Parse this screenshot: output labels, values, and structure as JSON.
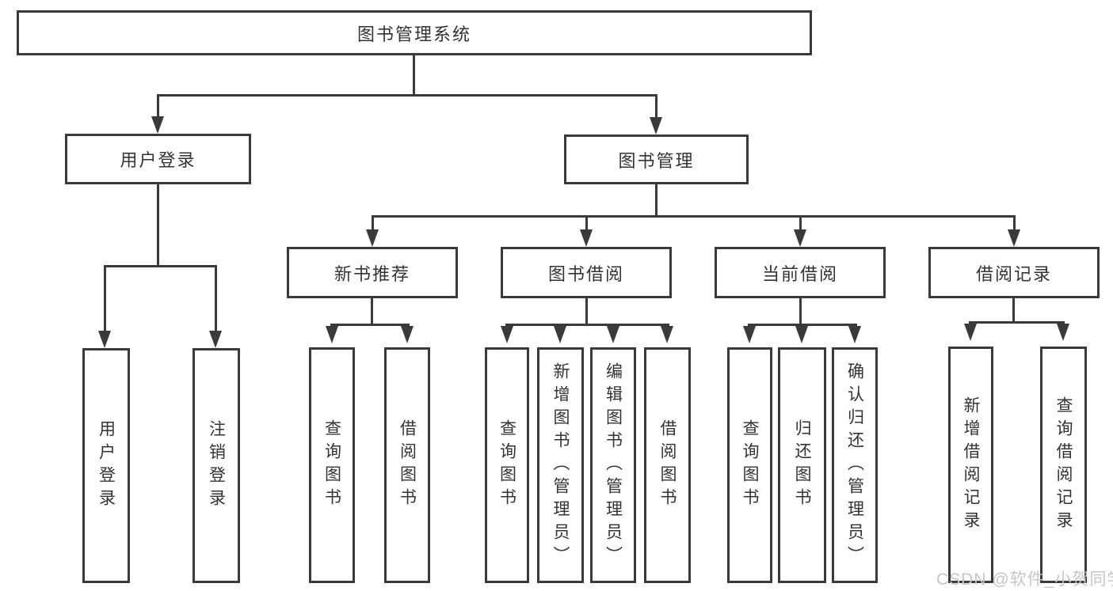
{
  "diagram": {
    "title": "图书管理系统",
    "watermark": "CSDN @软件_小贺同学",
    "colors": {
      "line": "#3a3a3a",
      "text": "#333333",
      "watermark": "#c6c6c6",
      "background": "#ffffff"
    },
    "nodes": {
      "root": "图书管理系统",
      "user_login": "用户登录",
      "book_management": "图书管理",
      "new_book_recommend": "新书推荐",
      "book_borrowing": "图书借阅",
      "current_borrowing": "当前借阅",
      "borrowing_records": "借阅记录",
      "leaf_user_login": "用户登录",
      "leaf_logout": "注销登录",
      "leaf_rec_query_books": "查询图书",
      "leaf_rec_borrow_books": "借阅图书",
      "leaf_bb_query_books": "查询图书",
      "leaf_bb_add_books": "新增图书（管理员）",
      "leaf_bb_edit_books": "编辑图书（管理员）",
      "leaf_bb_borrow_books": "借阅图书",
      "leaf_cb_query_books": "查询图书",
      "leaf_cb_return_books": "归还图书",
      "leaf_cb_confirm_return": "确认归还（管理员）",
      "leaf_br_add_record": "新增借阅记录",
      "leaf_br_query_record": "查询借阅记录"
    },
    "structure": {
      "图书管理系统": {
        "用户登录": [
          "用户登录",
          "注销登录"
        ],
        "图书管理": {
          "新书推荐": [
            "查询图书",
            "借阅图书"
          ],
          "图书借阅": [
            "查询图书",
            "新增图书（管理员）",
            "编辑图书（管理员）",
            "借阅图书"
          ],
          "当前借阅": [
            "查询图书",
            "归还图书",
            "确认归还（管理员）"
          ],
          "借阅记录": [
            "新增借阅记录",
            "查询借阅记录"
          ]
        }
      }
    }
  }
}
